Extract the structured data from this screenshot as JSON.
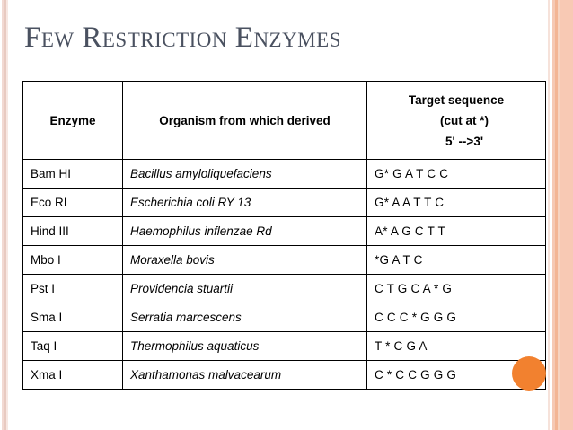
{
  "slide": {
    "title": "Few Restriction Enzymes",
    "title_color": "#4a5160",
    "background": "#ffffff",
    "accent_color": "#f2812f",
    "edge_stripe_color": "#f8c9b4"
  },
  "table": {
    "headers": {
      "enzyme": "Enzyme",
      "organism": "Organism from which derived",
      "target_line1": "Target sequence",
      "target_line2": "(cut at *)",
      "target_line3": "5' -->3'"
    },
    "rows": [
      {
        "enzyme": "Bam HI",
        "organism": "Bacillus amyloliquefaciens",
        "target": "G* G A T C C"
      },
      {
        "enzyme": "Eco RI",
        "organism": "Escherichia coli RY 13",
        "target": "G* A A T T C"
      },
      {
        "enzyme": "Hind III",
        "organism": "Haemophilus inflenzae Rd",
        "target": "A* A G C T T"
      },
      {
        "enzyme": "Mbo I",
        "organism": "Moraxella bovis",
        "target": "*G A T C"
      },
      {
        "enzyme": "Pst I",
        "organism": "Providencia stuartii",
        "target": "C T G C A * G"
      },
      {
        "enzyme": "Sma I",
        "organism": "Serratia marcescens",
        "target": "C C C * G G G"
      },
      {
        "enzyme": "Taq I",
        "organism": "Thermophilus aquaticus",
        "target": "T * C G A"
      },
      {
        "enzyme": "Xma I",
        "organism": "Xanthamonas malvacearum",
        "target": "C * C C G G G"
      }
    ]
  }
}
